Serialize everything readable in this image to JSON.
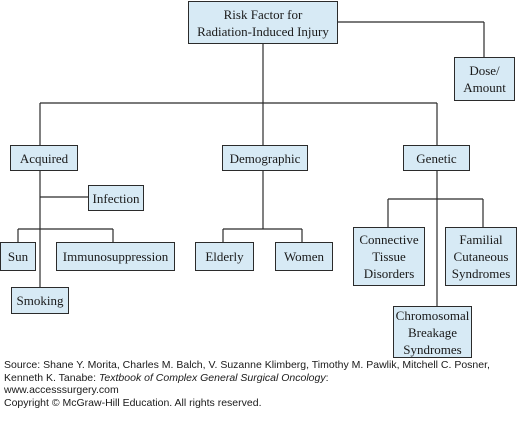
{
  "nodes": {
    "root": "Risk Factor for\nRadiation-Induced Injury",
    "dose": "Dose/\nAmount",
    "acquired": "Acquired",
    "demographic": "Demographic",
    "genetic": "Genetic",
    "infection": "Infection",
    "sun": "Sun",
    "immunosuppression": "Immunosuppression",
    "smoking": "Smoking",
    "elderly": "Elderly",
    "women": "Women",
    "connective": "Connective\nTissue\nDisorders",
    "familial": "Familial\nCutaneous\nSyndromes",
    "chromosomal": "Chromosomal\nBreakage\nSyndromes"
  },
  "caption": {
    "prefix": "Source: Shane Y. Morita, Charles M. Balch, V. Suzanne Klimberg, Timothy M. Pawlik, Mitchell C. Posner, Kenneth K. Tanabe: ",
    "book": "Textbook of Complex General Surgical Oncology",
    "suffix": ":",
    "url": "www.accesssurgery.com",
    "copyright": "Copyright © McGraw-Hill Education. All rights reserved."
  }
}
